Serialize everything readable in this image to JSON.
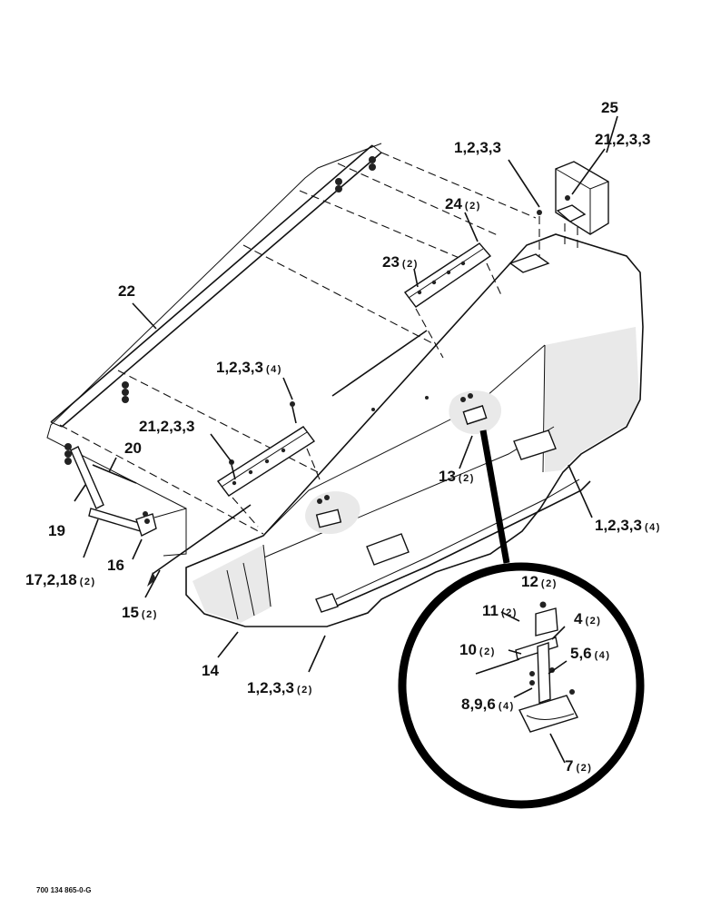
{
  "figure_code": "700 134 865-0-G",
  "callouts": [
    {
      "id": "c25",
      "text": "25",
      "qty": ""
    },
    {
      "id": "c21a",
      "text": "21,2,3,3",
      "qty": ""
    },
    {
      "id": "c1a",
      "text": "1,2,3,3",
      "qty": ""
    },
    {
      "id": "c24",
      "text": "24",
      "qty": "(2)"
    },
    {
      "id": "c23",
      "text": "23",
      "qty": "(2)"
    },
    {
      "id": "c22",
      "text": "22",
      "qty": ""
    },
    {
      "id": "c1b",
      "text": "1,2,3,3",
      "qty": "(4)"
    },
    {
      "id": "c21b",
      "text": "21,2,3,3",
      "qty": ""
    },
    {
      "id": "c20",
      "text": "20",
      "qty": ""
    },
    {
      "id": "c13",
      "text": "13",
      "qty": "(2)"
    },
    {
      "id": "c19",
      "text": "19",
      "qty": ""
    },
    {
      "id": "c16",
      "text": "16",
      "qty": ""
    },
    {
      "id": "c1c",
      "text": "1,2,3,3",
      "qty": "(4)"
    },
    {
      "id": "c17",
      "text": "17,2,18",
      "qty": "(2)"
    },
    {
      "id": "c15",
      "text": "15",
      "qty": "(2)"
    },
    {
      "id": "c12",
      "text": "12",
      "qty": "(2)"
    },
    {
      "id": "c11",
      "text": "11",
      "qty": "(2)"
    },
    {
      "id": "c4",
      "text": "4",
      "qty": "(2)"
    },
    {
      "id": "c10",
      "text": "10",
      "qty": "(2)"
    },
    {
      "id": "c56",
      "text": "5,6",
      "qty": "(4)"
    },
    {
      "id": "c14",
      "text": "14",
      "qty": ""
    },
    {
      "id": "c896",
      "text": "8,9,6",
      "qty": "(4)"
    },
    {
      "id": "c1d",
      "text": "1,2,3,3",
      "qty": "(2)"
    },
    {
      "id": "c7",
      "text": "7",
      "qty": "(2)"
    }
  ]
}
